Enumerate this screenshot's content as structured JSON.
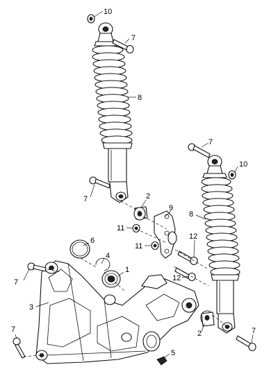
{
  "callouts": {
    "c1": "1",
    "c2a": "2",
    "c2b": "2",
    "c3": "3",
    "c4": "4",
    "c5": "5",
    "c6": "6",
    "c7a": "7",
    "c7b": "7",
    "c7c": "7",
    "c7d": "7",
    "c7e": "7",
    "c7f": "7",
    "c8a": "8",
    "c8b": "8",
    "c9": "9",
    "c10a": "10",
    "c10b": "10",
    "c11a": "11",
    "c11b": "11",
    "c12a": "12",
    "c12b": "12"
  }
}
